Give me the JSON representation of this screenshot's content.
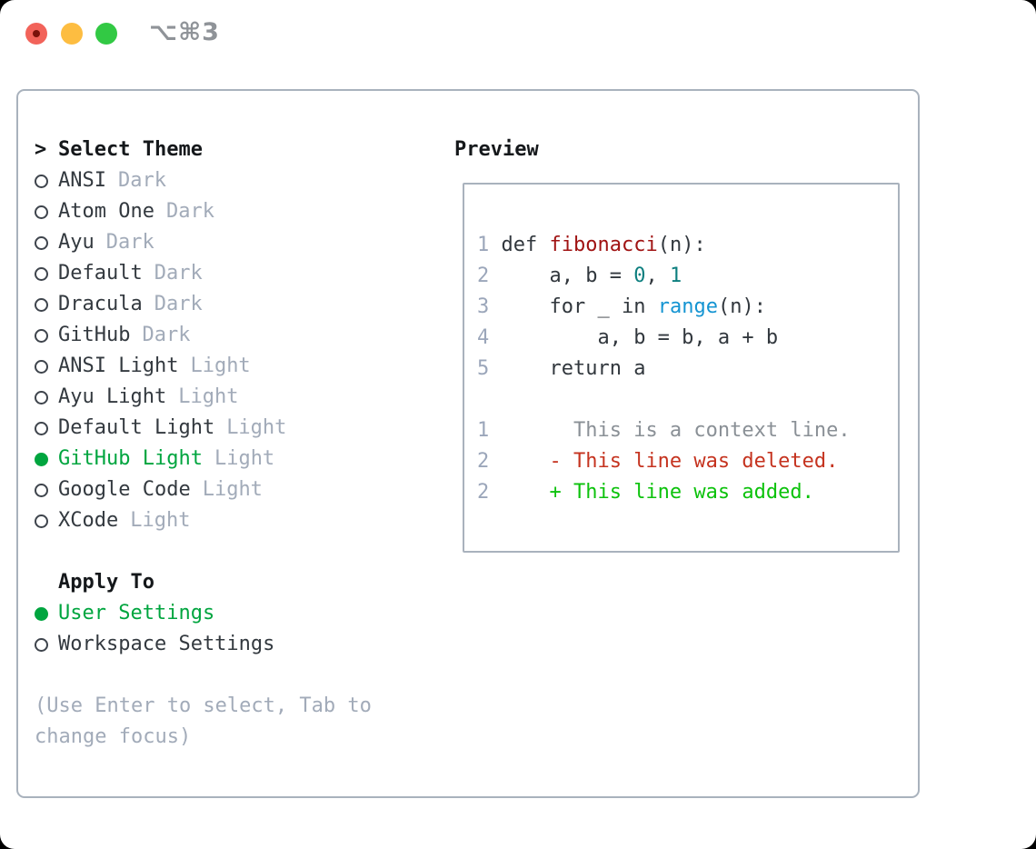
{
  "titlebar": {
    "title": "⌥⌘3"
  },
  "theme_panel": {
    "prompt_marker": ">",
    "title": "Select Theme",
    "items": [
      {
        "name": "ANSI",
        "variant": "Dark",
        "selected": false
      },
      {
        "name": "Atom One",
        "variant": "Dark",
        "selected": false
      },
      {
        "name": "Ayu",
        "variant": "Dark",
        "selected": false
      },
      {
        "name": "Default",
        "variant": "Dark",
        "selected": false
      },
      {
        "name": "Dracula",
        "variant": "Dark",
        "selected": false
      },
      {
        "name": "GitHub",
        "variant": "Dark",
        "selected": false
      },
      {
        "name": "ANSI Light",
        "variant": "Light",
        "selected": false
      },
      {
        "name": "Ayu Light",
        "variant": "Light",
        "selected": false
      },
      {
        "name": "Default Light",
        "variant": "Light",
        "selected": false
      },
      {
        "name": "GitHub Light",
        "variant": "Light",
        "selected": true
      },
      {
        "name": "Google Code",
        "variant": "Light",
        "selected": false
      },
      {
        "name": "XCode",
        "variant": "Light",
        "selected": false
      }
    ]
  },
  "apply_panel": {
    "title": "Apply To",
    "options": [
      {
        "label": "User Settings",
        "selected": true
      },
      {
        "label": "Workspace Settings",
        "selected": false
      }
    ]
  },
  "help_text": "(Use Enter to select, Tab to change focus)",
  "preview_panel": {
    "title": "Preview",
    "code_lines": [
      {
        "num": "1",
        "segments": [
          {
            "text": "def ",
            "type": "keyword"
          },
          {
            "text": "fibonacci",
            "type": "function"
          },
          {
            "text": "(n):",
            "type": "plain"
          }
        ]
      },
      {
        "num": "2",
        "segments": [
          {
            "text": "    a, b = ",
            "type": "plain"
          },
          {
            "text": "0",
            "type": "number"
          },
          {
            "text": ", ",
            "type": "plain"
          },
          {
            "text": "1",
            "type": "number"
          }
        ]
      },
      {
        "num": "3",
        "segments": [
          {
            "text": "    ",
            "type": "plain"
          },
          {
            "text": "for",
            "type": "keyword"
          },
          {
            "text": " _ ",
            "type": "plain"
          },
          {
            "text": "in",
            "type": "keyword"
          },
          {
            "text": " ",
            "type": "plain"
          },
          {
            "text": "range",
            "type": "builtin"
          },
          {
            "text": "(n):",
            "type": "plain"
          }
        ]
      },
      {
        "num": "4",
        "segments": [
          {
            "text": "        a, b = b, a + b",
            "type": "plain"
          }
        ]
      },
      {
        "num": "5",
        "segments": [
          {
            "text": "    ",
            "type": "plain"
          },
          {
            "text": "return",
            "type": "keyword"
          },
          {
            "text": " a",
            "type": "plain"
          }
        ]
      }
    ],
    "diff_lines": [
      {
        "num": "1",
        "kind": "context",
        "text": "      This is a context line."
      },
      {
        "num": "2",
        "kind": "deleted",
        "text": "    - This line was deleted."
      },
      {
        "num": "2",
        "kind": "added",
        "text": "    + This line was added."
      }
    ]
  },
  "colors": {
    "select-green": "#00a53f",
    "radio-outline": "#3e444c",
    "text-dark": "#33393f",
    "header-black": "#15181b",
    "tag-gray": "#a2abb9",
    "border-gray": "#a9b2bd",
    "line-number": "#9ba6ba",
    "code-plain": "#31373d",
    "code-keyword": "#31373d",
    "code-function": "#a01313",
    "code-number": "#0d7f7f",
    "code-builtin": "#1494d2",
    "diff-context": "#8a9096",
    "diff-deleted": "#c5331f",
    "diff-added": "#0cc20c",
    "traffic-red": "#f2635a",
    "traffic-red-dot": "#7a120b",
    "traffic-yellow": "#fdbd41",
    "traffic-green": "#32c944",
    "title-gray": "#8f9398"
  }
}
